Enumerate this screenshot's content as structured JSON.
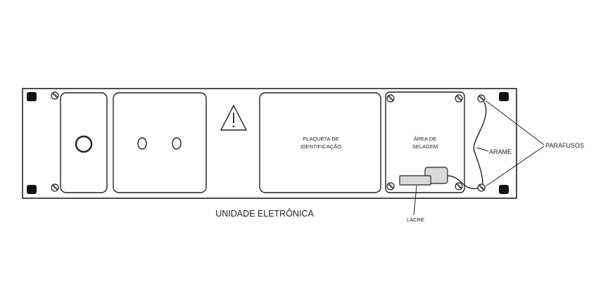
{
  "labels": {
    "plaqueta_line1": "PLAQUETA DE",
    "plaqueta_line2": "IDENTIFICAÇÃO",
    "area_line1": "ÁREA DE",
    "area_line2": "SELAGEM",
    "arame": "ARAME",
    "parafusos": "PARAFUSOS",
    "lacre": "LACRE",
    "unidade": "UNIDADE ELETRÔNICA"
  },
  "icons": {
    "warning": "warning-triangle-icon",
    "screw": "screw-icon",
    "mounting_hole": "mounting-hole-icon"
  },
  "colors": {
    "line": "#222222",
    "hole_fill": "#111111",
    "seal_fill": "#d9d9d9"
  }
}
